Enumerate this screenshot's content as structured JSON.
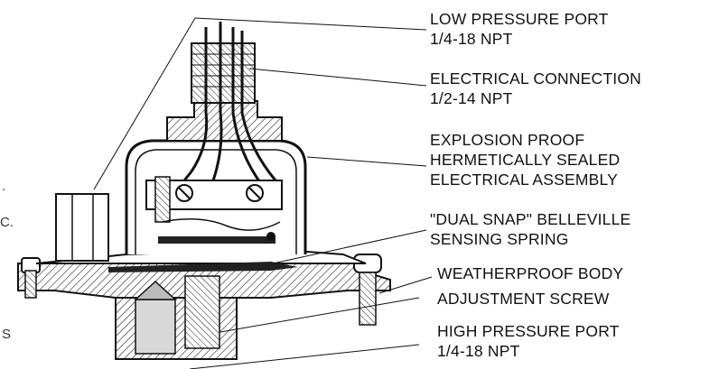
{
  "labels": {
    "low_pressure_port": [
      "LOW PRESSURE PORT",
      "1/4-18 NPT"
    ],
    "electrical_connection": [
      "ELECTRICAL CONNECTION",
      "1/2-14 NPT"
    ],
    "explosion_proof": [
      "EXPLOSION PROOF",
      "HERMETICALLY SEALED",
      "ELECTRICAL ASSEMBLY"
    ],
    "sensing_spring": [
      "\"DUAL SNAP\" BELLEVILLE",
      "SENSING SPRING"
    ],
    "weatherproof_body": [
      "WEATHERPROOF BODY"
    ],
    "adjustment_screw": [
      "ADJUSTMENT SCREW"
    ],
    "high_pressure_port": [
      "HIGH PRESSURE PORT",
      "1/4-18 NPT"
    ]
  },
  "edge_fragments": {
    "dot": ".",
    "c": "C.",
    "s": "S"
  }
}
